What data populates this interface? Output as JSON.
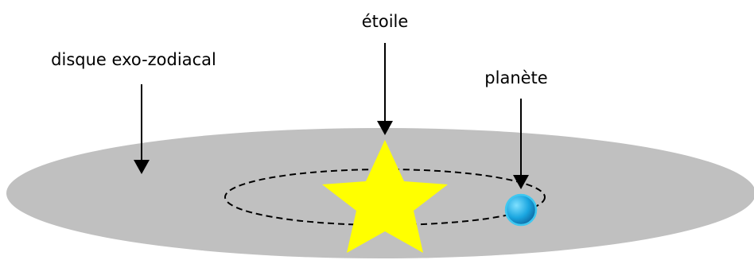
{
  "labels": {
    "disk": "disque exo-zodiacal",
    "star": "étoile",
    "planet": "planète"
  },
  "icons": {
    "disk": "exozodiacal-disk-ellipse",
    "orbit": "dashed-orbit-ellipse",
    "star": "five-point-star-icon",
    "planet": "blue-sphere-icon",
    "arrows": "down-arrow-icon"
  },
  "colors": {
    "background": "#ffffff",
    "disk": "#c0c0c0",
    "orbit": "#000000",
    "star": "#ffff00",
    "planet_light": "#7fe0ff",
    "planet_mid": "#1aa6e0",
    "planet_dark": "#0b5f99",
    "planet_rim": "#3fc7f0",
    "arrow": "#000000",
    "text": "#000000"
  }
}
